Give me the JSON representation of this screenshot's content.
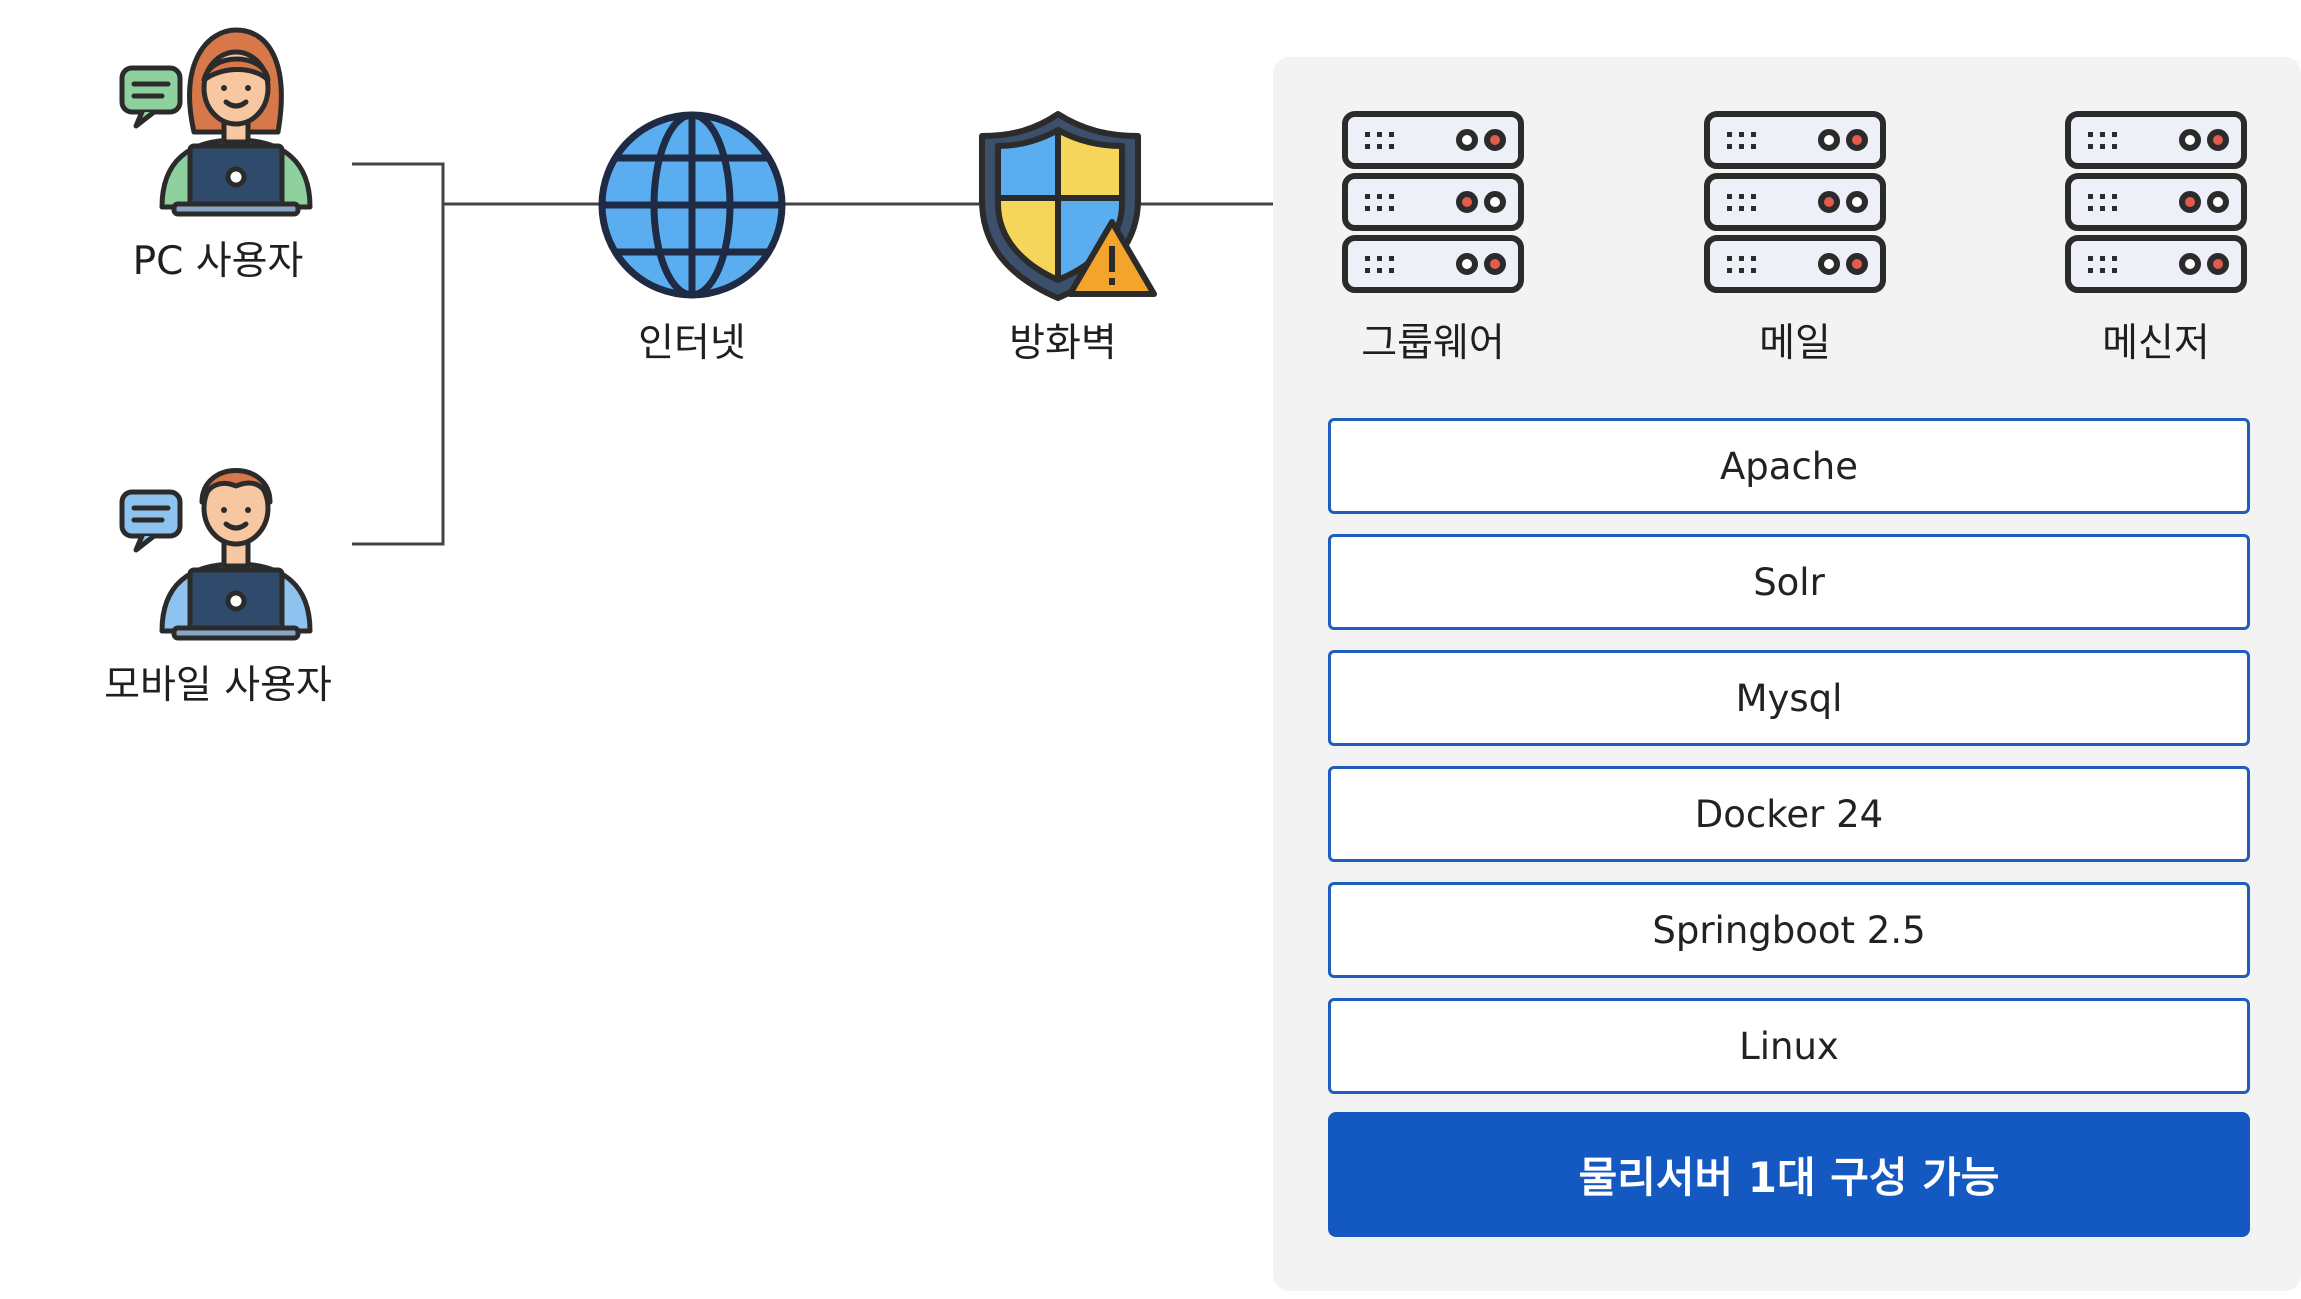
{
  "users": {
    "pc_label": "PC 사용자",
    "mobile_label": "모바일 사용자"
  },
  "network": {
    "internet_label": "인터넷",
    "firewall_label": "방화벽"
  },
  "servers": [
    {
      "label": "그룹웨어"
    },
    {
      "label": "메일"
    },
    {
      "label": "메신저"
    }
  ],
  "stack_layers": [
    {
      "label": "Apache"
    },
    {
      "label": "Solr"
    },
    {
      "label": "Mysql"
    },
    {
      "label": "Docker 24"
    },
    {
      "label": "Springboot 2.5"
    },
    {
      "label": "Linux"
    }
  ],
  "summary": "물리서버 1대 구성 가능",
  "colors": {
    "accent": "#1359c1",
    "stack_border": "#1f5dbf",
    "panel_bg": "#f3f3f3",
    "wire": "#444444"
  },
  "icons": {
    "pc_user": "woman-laptop-icon",
    "mobile_user": "man-laptop-icon",
    "internet": "globe-icon",
    "firewall": "shield-warning-icon",
    "server": "server-rack-icon"
  }
}
